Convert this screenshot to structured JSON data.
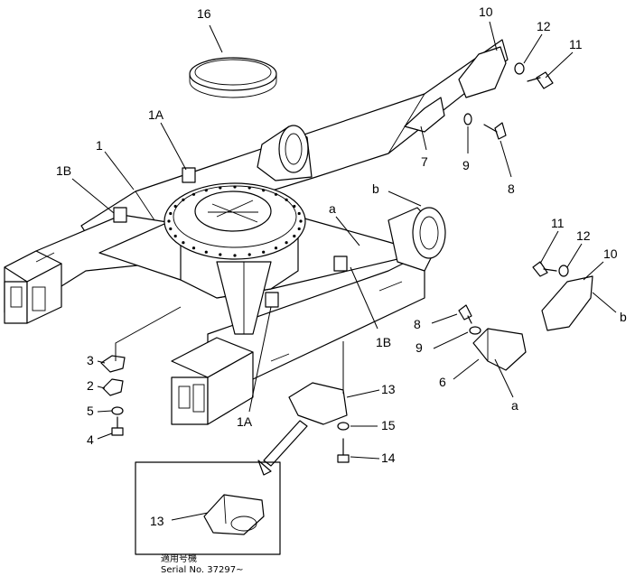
{
  "callouts": {
    "c1": "1",
    "c1a_top": "1A",
    "c1a_bottom": "1A",
    "c1b_left": "1B",
    "c1b_right": "1B",
    "c2": "2",
    "c3": "3",
    "c4": "4",
    "c5": "5",
    "c6": "6",
    "c7": "7",
    "c8_top": "8",
    "c8_mid": "8",
    "c9_top": "9",
    "c9_mid": "9",
    "c10_top": "10",
    "c10_mid": "10",
    "c11_top": "11",
    "c11_mid": "11",
    "c12_top": "12",
    "c12_mid": "12",
    "c13_main": "13",
    "c13_inset": "13",
    "c14": "14",
    "c15": "15",
    "c16": "16",
    "ref_a_top": "a",
    "ref_a_bottom": "a",
    "ref_b_top": "b",
    "ref_b_right": "b"
  },
  "inset": {
    "caption_line1": "適用号機",
    "caption_line2": "Serial  No. 37297~"
  }
}
